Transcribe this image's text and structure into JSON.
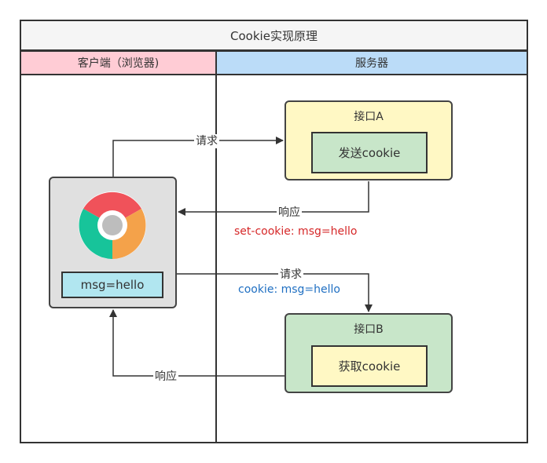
{
  "diagram": {
    "title": "Cookie实现原理",
    "lanes": {
      "client": "客户端（浏览器)",
      "server": "服务器"
    },
    "browser": {
      "icon": "chrome-logo-icon",
      "cookie_value": "msg=hello"
    },
    "api_a": {
      "title": "接口A",
      "action": "发送cookie"
    },
    "api_b": {
      "title": "接口B",
      "action": "获取cookie"
    },
    "edges": {
      "request_a": "请求",
      "response_a": "响应",
      "set_cookie": "set-cookie: msg=hello",
      "request_b": "请求",
      "cookie_header": "cookie: msg=hello",
      "response_b": "响应"
    },
    "colors": {
      "client_lane": "#ffccd5",
      "server_lane": "#bbdcf8",
      "api_a_fill": "#fff8c4",
      "api_b_fill": "#c8e6c9",
      "set_cookie_text": "#d62728",
      "cookie_text": "#1f6fc2"
    }
  }
}
